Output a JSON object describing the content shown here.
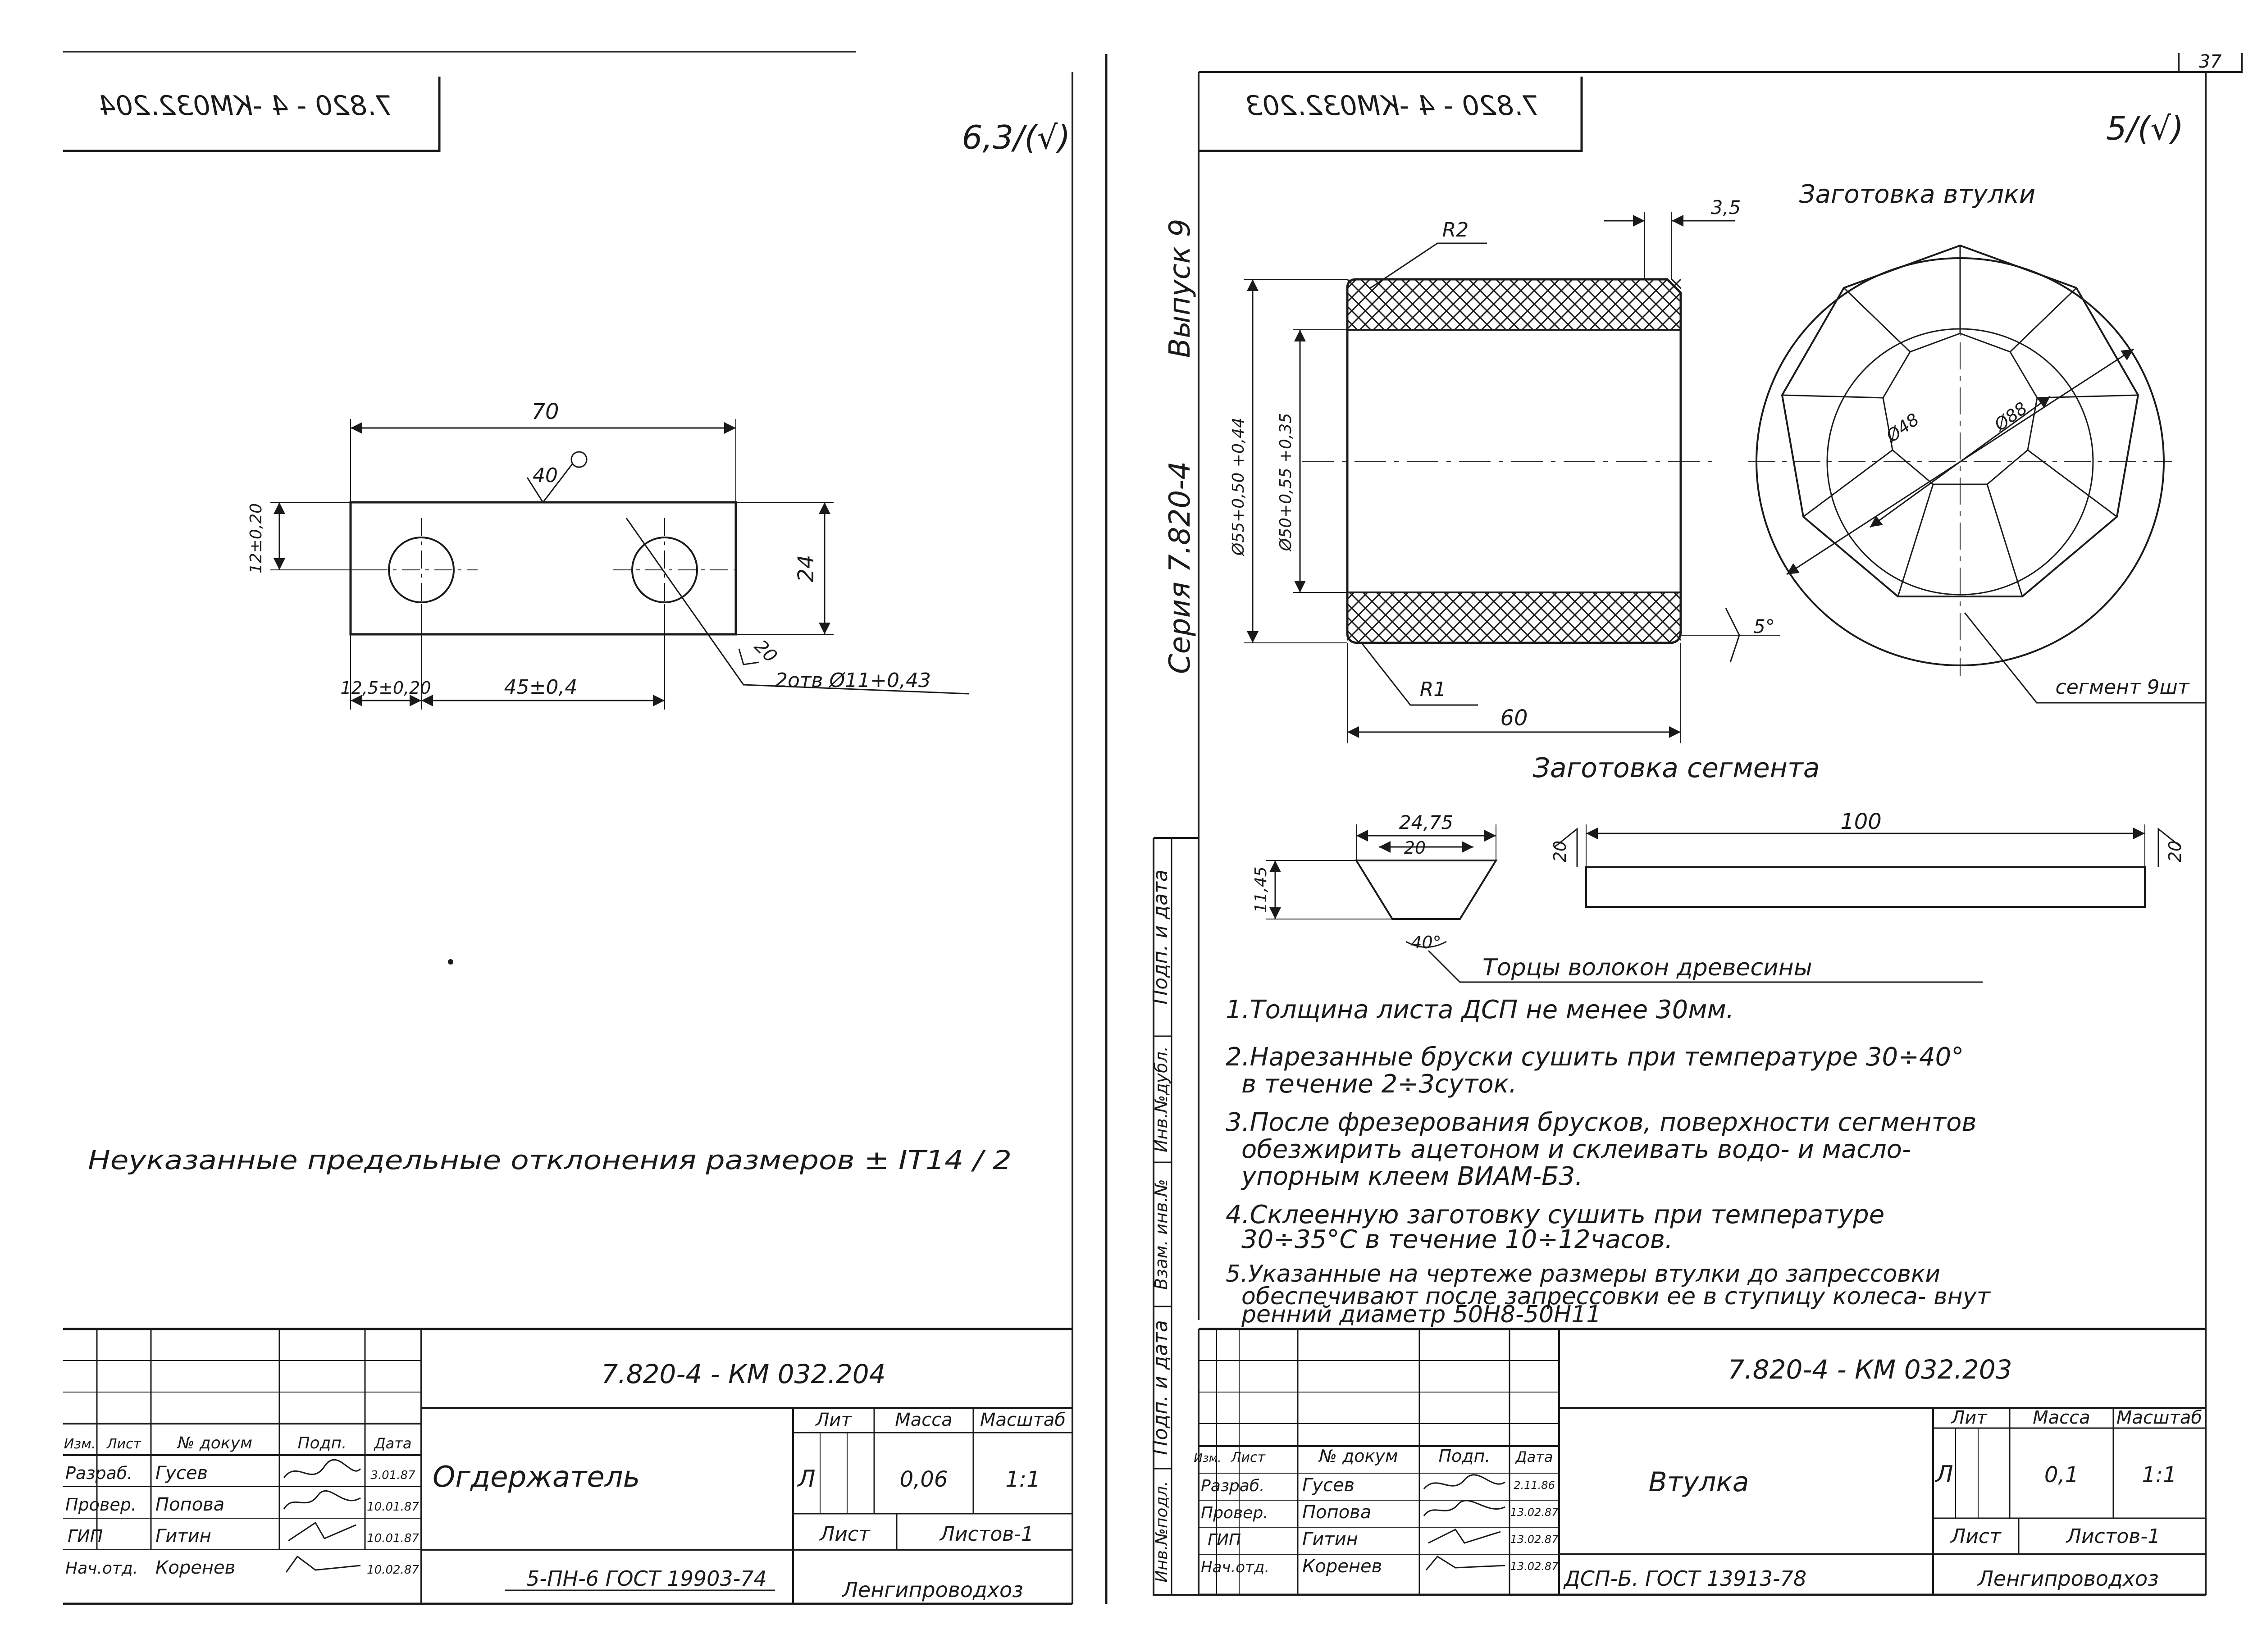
{
  "page_number": "37",
  "left_sheet": {
    "mirrored_code": "7.820 - 4 -КМ032.204",
    "roughness": "6,3/(√)",
    "drawing": {
      "length": "70",
      "roughness_top": "40",
      "tol_left": "12±0,20",
      "height": "24",
      "dim_edge": "12,5±0,20",
      "dim_pitch": "45±0,4",
      "hole_roughness": "20",
      "holes_note": "2отв Ø11+0,43"
    },
    "note": "Неуказанные предельные отклонения размеров ± IT14 / 2",
    "title_block": {
      "code": "7.820-4 - КМ 032.204",
      "name": "Огдержатель",
      "material": "5-ПН-6 ГОСТ 19903-74",
      "head_izm": "Изм.",
      "head_list": "Лист",
      "head_doc": "№ докум",
      "head_sign": "Подп.",
      "head_date": "Дата",
      "lit_label": "Лит",
      "mass_label": "Масса",
      "scale_label": "Масштаб",
      "lit_value": "Л",
      "mass": "0,06",
      "scale": "1:1",
      "sheet_label": "Лист",
      "sheets_label": "Листов-1",
      "org": "Ленгипроводхоз",
      "rows": [
        {
          "role": "Разраб.",
          "name": "Гусев",
          "date": "3.01.87"
        },
        {
          "role": "Провер.",
          "name": "Попова",
          "date": "10.01.87"
        },
        {
          "role": "ГИП",
          "name": "Гитин",
          "date": "10.01.87"
        },
        {
          "role": "Нач.отд.",
          "name": "Коренев",
          "date": "10.02.87"
        }
      ]
    }
  },
  "right_sheet": {
    "mirrored_code": "7.820 - 4 -КМ032.203",
    "roughness": "5/(√)",
    "series": "Серия 7.820-4",
    "issue": "Выпуск 9",
    "blank_title": "Заготовка втулки",
    "segment_title": "Заготовка сегмента",
    "bushing": {
      "r_top": "R2",
      "r_bottom": "R1",
      "chamfer": "3,5",
      "outer_d": "Ø55+0,50 +0,44",
      "inner_d": "Ø50+0,55 +0,35",
      "angle": "5°",
      "length": "60",
      "d_inner": "Ø48",
      "d_outer": "Ø88",
      "segment_note": "сегмент 9шт"
    },
    "segment": {
      "top_width": "24,75",
      "inner_width": "20",
      "height": "11,45",
      "angle": "40°",
      "length": "100",
      "end_left": "20",
      "end_right": "20",
      "grain_note": "Торцы волокон древесины"
    },
    "notes": [
      {
        "num": "1.",
        "lines": [
          "Толщина листа ДСП не менее 30мм."
        ]
      },
      {
        "num": "2.",
        "lines": [
          "Нарезанные бруски сушить при температуре 30÷40°",
          "в течение 2÷3суток."
        ]
      },
      {
        "num": "3.",
        "lines": [
          "После фрезерования брусков, поверхности сегментов",
          "обезжирить ацетоном и склеивать водо- и масло-",
          "упорным клеем ВИАМ-Б3."
        ]
      },
      {
        "num": "4.",
        "lines": [
          "Склеенную заготовку сушить при температуре",
          "30÷35°С в течение 10÷12часов."
        ]
      },
      {
        "num": "5.",
        "lines": [
          "Указанные на чертеже размеры втулки до запрессовки",
          "обеспечивают после запрессовки ее в ступицу колеса- внут",
          "ренний диаметр 50Н8-50Н11"
        ]
      }
    ],
    "side_strip": [
      "Подп. и дата",
      "Инв.№дубл.",
      "Взам. инв.№",
      "Подп. и дата",
      "Инв.№подл."
    ],
    "title_block": {
      "code": "7.820-4 - КМ 032.203",
      "name": "Втулка",
      "material": "ДСП-Б. ГОСТ 13913-78",
      "head_izm": "Изм.",
      "head_list": "Лист",
      "head_doc": "№ докум",
      "head_sign": "Подп.",
      "head_date": "Дата",
      "lit_label": "Лит",
      "mass_label": "Масса",
      "scale_label": "Масштаб",
      "lit_value": "Л",
      "mass": "0,1",
      "scale": "1:1",
      "sheet_label": "Лист",
      "sheets_label": "Листов-1",
      "org": "Ленгипроводхоз",
      "rows": [
        {
          "role": "Разраб.",
          "name": "Гусев",
          "date": "2.11.86"
        },
        {
          "role": "Провер.",
          "name": "Попова",
          "date": "13.02.87"
        },
        {
          "role": "ГИП",
          "name": "Гитин",
          "date": "13.02.87"
        },
        {
          "role": "Нач.отд.",
          "name": "Коренев",
          "date": "13.02.87"
        }
      ]
    }
  }
}
